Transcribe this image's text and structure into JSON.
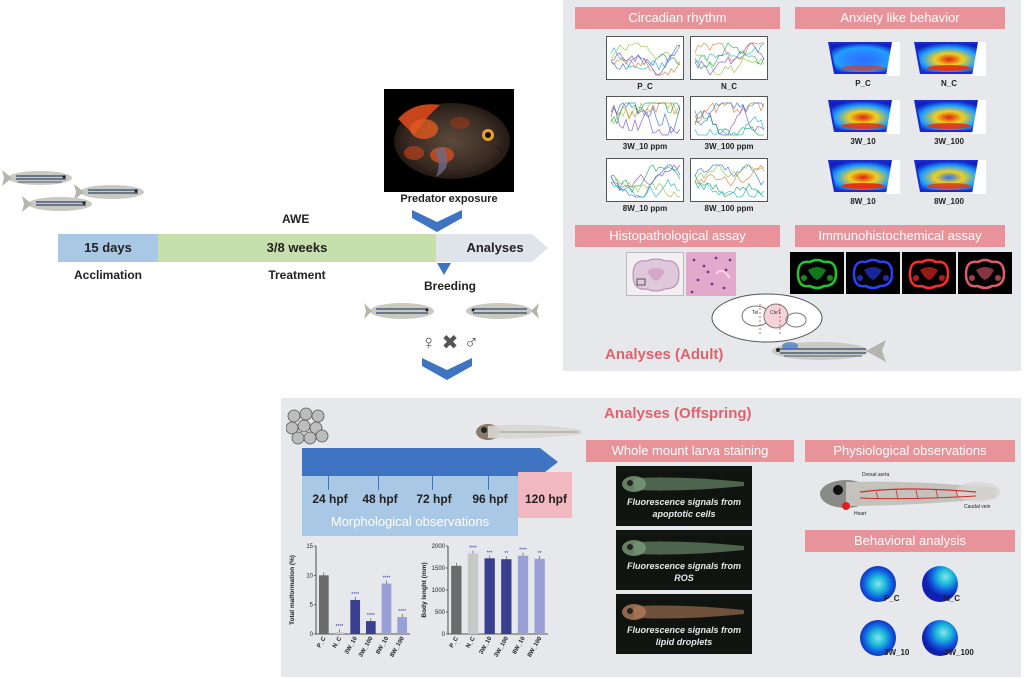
{
  "timeline": {
    "awe": "AWE",
    "acclimation_days": "15 days",
    "acclimation": "Acclimation",
    "treatment_weeks": "3/8 weeks",
    "treatment": "Treatment",
    "analyses": "Analyses",
    "predator_exposure": "Predator exposure",
    "breeding": "Breeding",
    "cross_symbol": "♀ ✖ ♂"
  },
  "adult": {
    "title": "Analyses (Adult)",
    "circadian": {
      "title": "Circadian rhythm",
      "labels": [
        "P_C",
        "N_C",
        "3W_10 ppm",
        "3W_100 ppm",
        "8W_10 ppm",
        "8W_100 ppm"
      ]
    },
    "anxiety": {
      "title": "Anxiety like behavior",
      "labels": [
        "P_C",
        "N_C",
        "3W_10",
        "3W_100",
        "8W_10",
        "8W_100"
      ]
    },
    "histo": {
      "title": "Histopathological assay"
    },
    "immuno": {
      "title": "Immunohistochemical assay"
    },
    "brain_labels": {
      "tel": "Tel",
      "ce": "CteT"
    }
  },
  "offspring": {
    "title": "Analyses (Offspring)",
    "hpf": [
      "24 hpf",
      "48 hpf",
      "72 hpf",
      "96 hpf",
      "120 hpf"
    ],
    "morph": "Morphological observations",
    "staining": {
      "title": "Whole mount larva staining",
      "items": [
        "Fluorescence signals from apoptotic cells",
        "Fluorescence signals from ROS",
        "Fluorescence signals from lipid droplets"
      ]
    },
    "physio": {
      "title": "Physiological observations",
      "labels": {
        "aorta": "Dorsal aorta",
        "vein": "Caudal vein",
        "heart": "Heart"
      }
    },
    "behavior": {
      "title": "Behavioral analysis",
      "labels": [
        "P_C",
        "N_C",
        "3W_10",
        "3W_100"
      ]
    }
  },
  "chart_data": [
    {
      "type": "bar",
      "ylabel": "Total malformation (%)",
      "categories": [
        "P_C",
        "N_C",
        "3W_10",
        "3W_100",
        "8W_10",
        "8W_100"
      ],
      "values": [
        10,
        0.3,
        5.8,
        2.2,
        8.6,
        2.9
      ],
      "ylim": [
        0,
        15
      ],
      "yticks": [
        0,
        5,
        10,
        15
      ],
      "significance": [
        "",
        "****",
        "****",
        "****",
        "****",
        "****"
      ],
      "colors": [
        "#6b6b6b",
        "#c8c8c8",
        "#3b3f8f",
        "#3b3f8f",
        "#9a9fd6",
        "#9a9fd6"
      ]
    },
    {
      "type": "bar",
      "ylabel": "Body lenght (mm)",
      "categories": [
        "P_C",
        "N_C",
        "3W_10",
        "3W_100",
        "8W_10",
        "8W_100"
      ],
      "values": [
        1550,
        1830,
        1720,
        1700,
        1780,
        1710
      ],
      "ylim": [
        0,
        2000
      ],
      "yticks": [
        0,
        500,
        1000,
        1500,
        2000
      ],
      "significance": [
        "",
        "****",
        "***",
        "**",
        "****",
        "**"
      ],
      "colors": [
        "#6b6b6b",
        "#c8c8c8",
        "#3b3f8f",
        "#3b3f8f",
        "#9a9fd6",
        "#9a9fd6"
      ]
    }
  ]
}
